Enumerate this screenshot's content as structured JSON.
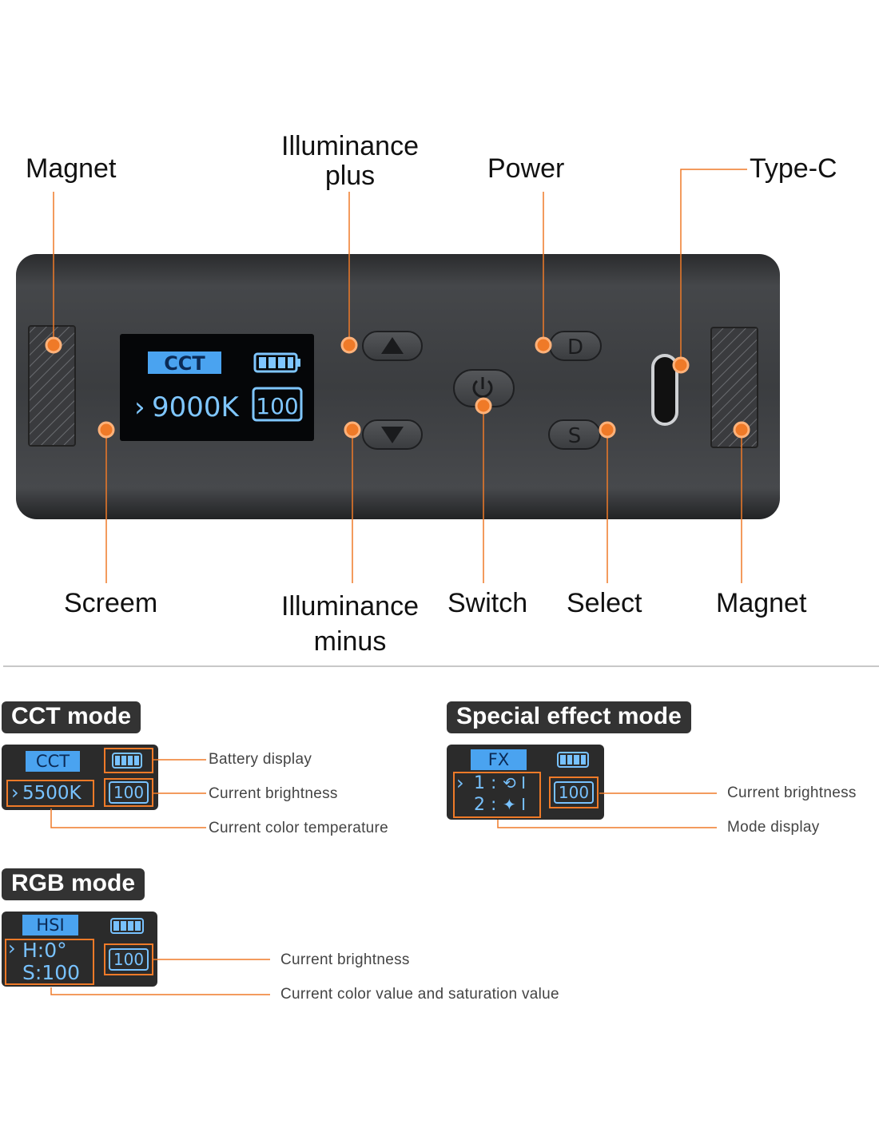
{
  "device": {
    "labels": {
      "magnet_top": "Magnet",
      "illuminance_plus": "Illuminance\nplus",
      "power": "Power",
      "type_c": "Type-C",
      "screen": "Screem",
      "illuminance_minus": "Illuminance\nminus",
      "switch": "Switch",
      "select": "Select",
      "magnet_bottom": "Magnet"
    },
    "screen": {
      "mode": "CCT",
      "value": "9000K",
      "brightness": "100"
    },
    "buttons": {
      "d_key": "D",
      "s_key": "S"
    },
    "colors": {
      "callout": "#ef7a28",
      "lcd_text": "#7fc6ff",
      "body": "#3a3b3d"
    }
  },
  "modes": {
    "cct": {
      "title": "CCT mode",
      "chip": "CCT",
      "value": "5500K",
      "brightness": "100",
      "callouts": [
        "Battery display",
        "Current brightness",
        "Current color temperature"
      ]
    },
    "fx": {
      "title": "Special effect mode",
      "chip": "FX",
      "line1": "1 :",
      "line2": "2 :",
      "brightness": "100",
      "callouts": [
        "Current brightness",
        "Mode display"
      ]
    },
    "rgb": {
      "title": "RGB mode",
      "chip": "HSI",
      "line1": "H:0°",
      "line2": "S:100",
      "brightness": "100",
      "callouts": [
        "Current brightness",
        "Current color value and saturation value"
      ]
    }
  }
}
